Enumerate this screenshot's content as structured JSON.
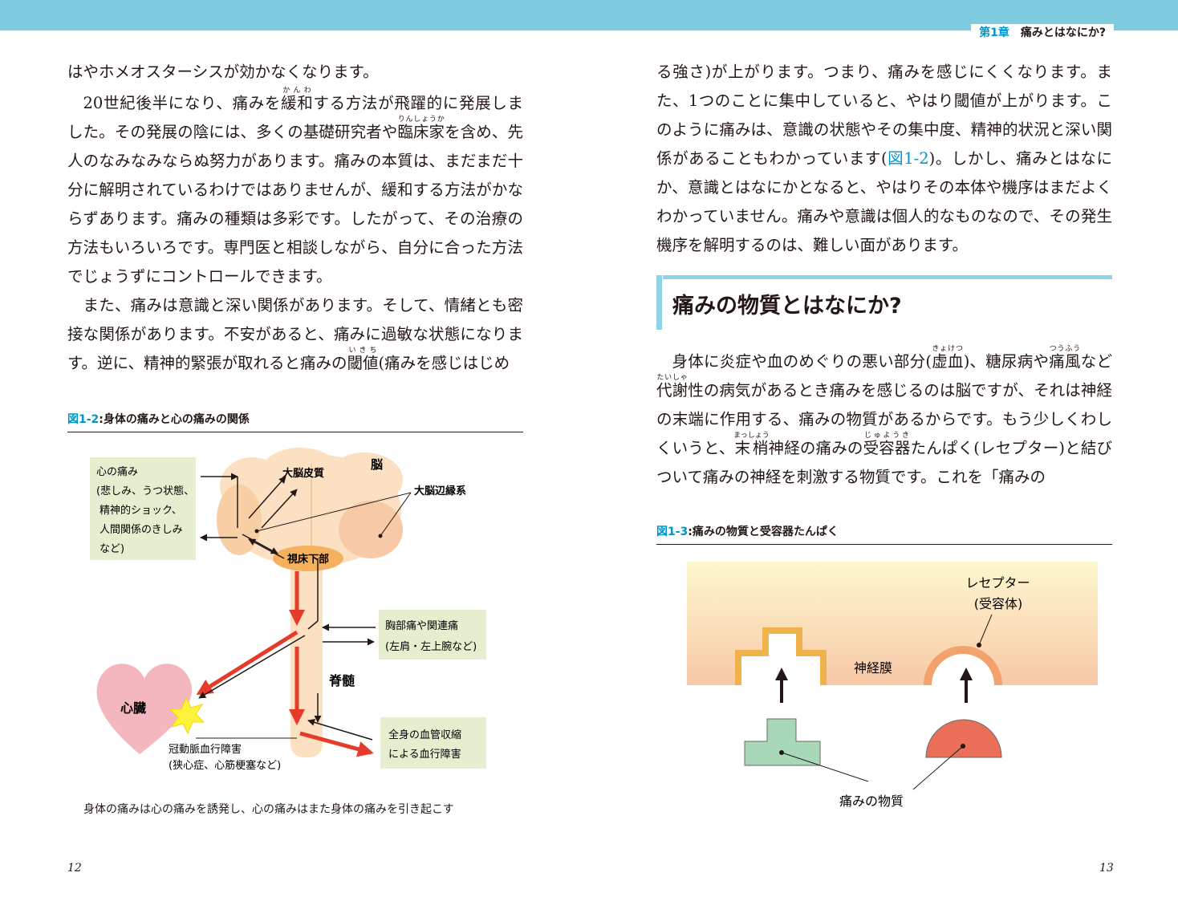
{
  "header": {
    "chapter_num": "第1章",
    "chapter_title": "痛みとはなにか?"
  },
  "left_page": {
    "paragraphs": [
      {
        "pre": "はやホメオスターシスが効かなくなります。"
      },
      {
        "pre": "20世紀後半になり、痛みを",
        "r1": "緩和",
        "rt1": "かんわ",
        "mid": "する方法が飛躍的に発展しました。その発展の陰には、多くの基礎研究者や",
        "r2": "臨床家",
        "rt2": "りんしょうか",
        "post": "を含め、先人のなみなみならぬ努力があります。痛みの本質は、まだまだ十分に解明されているわけではありませんが、緩和する方法がかならずあります。痛みの種類は多彩です。したがって、その治療の方法もいろいろです。専門医と相談しながら、自分に合った方法でじょうずにコントロールできます。"
      },
      {
        "pre": "また、痛みは意識と深い関係があります。そして、情緒とも密接な関係があります。不安があると、痛みに過敏な状態になります。逆に、精神的緊張が取れると痛みの",
        "r1": "閾値",
        "rt1": "いきち",
        "post": "(痛みを感じはじめ"
      }
    ],
    "page_number": "12"
  },
  "figure_1_2": {
    "num": "図1-2",
    "sep": ":",
    "title": "身体の痛みと心の痛みの関係",
    "mind_pain": [
      "心の痛み",
      "(悲しみ、うつ状態、",
      "精神的ショック、",
      "人間関係のきしみ",
      "など)"
    ],
    "cortex": "大脳皮質",
    "brain": "脳",
    "limbic": "大脳辺縁系",
    "hypothalamus": "視床下部",
    "spinal": "脊髄",
    "heart": "心臓",
    "chest_pain": [
      "胸部痛や関連痛",
      "(左肩・左上腕など)"
    ],
    "vasc": [
      "全身の血管収縮",
      "による血行障害"
    ],
    "coronary": [
      "冠動脈血行障害",
      "(狭心症、心筋梗塞など)"
    ],
    "caption": "身体の痛みは心の痛みを誘発し、心の痛みはまた身体の痛みを引き起こす"
  },
  "right_page": {
    "paragraphs": [
      {
        "pre": "る強さ)が上がります。つまり、痛みを感じにくくなります。また、1つのことに集中していると、やはり閾値が上がります。このように痛みは、意識の状態やその集中度、精神的状況と深い関係があることもわかっています(",
        "link": "図1-2",
        "post": ")。しかし、痛みとはなにか、意識とはなにかとなると、やはりその本体や機序はまだよくわかっていません。痛みや意識は個人的なものなので、その発生機序を解明するのは、難しい面があります。"
      }
    ],
    "section_heading": "痛みの物質とはなにか?",
    "section_paragraph": {
      "p1": "身体に炎症や血のめぐりの悪い部分(",
      "r1": "虚血",
      "rt1": "きょけつ",
      "p2": ")、糖尿病や",
      "r2": "痛風",
      "rt2": "つうふう",
      "p3": "など",
      "r3": "代謝",
      "rt3": "たいしゃ",
      "p4": "性の病気があるとき痛みを感じるのは脳ですが、それは神経の末端に作用する、痛みの物質があるからです。もう少しくわしくいうと、",
      "r4": "末梢",
      "rt4": "まっしょう",
      "p5": "神経の痛みの",
      "r5": "受容器",
      "rt5": "じゅようき",
      "p6": "たんぱく(レセプター)と結びついて痛みの神経を刺激する物質です。これを「痛みの"
    },
    "page_number": "13"
  },
  "figure_1_3": {
    "num": "図1-3",
    "sep": ":",
    "title": "痛みの物質と受容器たんぱく",
    "receptor": [
      "レセプター",
      "(受容体)"
    ],
    "membrane": "神経膜",
    "substance": "痛みの物質"
  },
  "colors": {
    "header_bar": "#7ecbe0",
    "accent_blue": "#0096c8",
    "heading_bar": "#8fd3e6"
  }
}
